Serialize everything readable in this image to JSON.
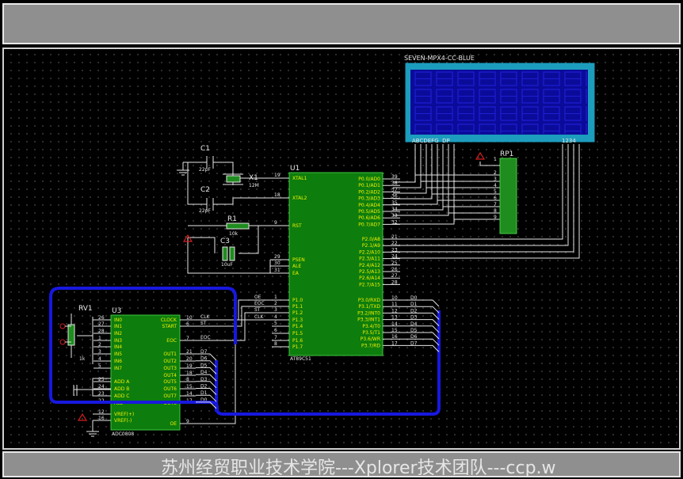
{
  "footer": {
    "text": "苏州经贸职业技术学院---Xplorer技术团队---ccp.w"
  },
  "display": {
    "title": "SEVEN-MPX4-CC-BLUE",
    "seg_label": "ABCDEFG  DP",
    "dig_label": "1234"
  },
  "rp1": {
    "ref": "RP1",
    "pins": [
      "1",
      "2",
      "3",
      "4",
      "5",
      "6",
      "7",
      "8",
      "9"
    ]
  },
  "u1": {
    "ref": "U1",
    "part": "AT89C51",
    "left_pins": [
      {
        "num": "19",
        "name": "XTAL1"
      },
      {
        "num": "18",
        "name": "XTAL2"
      },
      {
        "num": "9",
        "name": "RST"
      },
      {
        "num": "29",
        "name": "PSEN"
      },
      {
        "num": "30",
        "name": "ALE"
      },
      {
        "num": "31",
        "name": "EA"
      },
      {
        "num": "1",
        "name": "P1.0"
      },
      {
        "num": "2",
        "name": "P1.1"
      },
      {
        "num": "3",
        "name": "P1.2"
      },
      {
        "num": "4",
        "name": "P1.3"
      },
      {
        "num": "5",
        "name": "P1.4"
      },
      {
        "num": "6",
        "name": "P1.5"
      },
      {
        "num": "7",
        "name": "P1.6"
      },
      {
        "num": "8",
        "name": "P1.7"
      }
    ],
    "right_pins": [
      {
        "num": "39",
        "name": "P0.0/AD0"
      },
      {
        "num": "38",
        "name": "P0.1/AD1"
      },
      {
        "num": "37",
        "name": "P0.2/AD2"
      },
      {
        "num": "36",
        "name": "P0.3/AD3"
      },
      {
        "num": "35",
        "name": "P0.4/AD4"
      },
      {
        "num": "34",
        "name": "P0.5/AD5"
      },
      {
        "num": "33",
        "name": "P0.6/AD6"
      },
      {
        "num": "32",
        "name": "P0.7/AD7"
      },
      {
        "num": "21",
        "name": "P2.0/A8"
      },
      {
        "num": "22",
        "name": "P2.1/A9"
      },
      {
        "num": "23",
        "name": "P2.2/A10"
      },
      {
        "num": "24",
        "name": "P2.3/A11"
      },
      {
        "num": "25",
        "name": "P2.4/A12"
      },
      {
        "num": "26",
        "name": "P2.5/A13"
      },
      {
        "num": "27",
        "name": "P2.6/A14"
      },
      {
        "num": "28",
        "name": "P2.7/A15"
      },
      {
        "num": "10",
        "name": "P3.0/RXD"
      },
      {
        "num": "11",
        "name": "P3.1/TXD"
      },
      {
        "num": "12",
        "name": "P3.2/INT0"
      },
      {
        "num": "13",
        "name": "P3.3/INT1"
      },
      {
        "num": "14",
        "name": "P3.4/T0"
      },
      {
        "num": "15",
        "name": "P3.5/T1"
      },
      {
        "num": "16",
        "name": "P3.6/WR"
      },
      {
        "num": "17",
        "name": "P3.7/RD"
      }
    ],
    "p1_nets": [
      "OE",
      "EOC",
      "ST",
      "CLK"
    ],
    "p3_nets": [
      "D0",
      "D1",
      "D2",
      "D3",
      "D4",
      "D5",
      "D6",
      "D7"
    ]
  },
  "u3": {
    "ref": "U3",
    "part": "ADC0808",
    "left_pins": [
      {
        "num": "26",
        "name": "IN0"
      },
      {
        "num": "27",
        "name": "IN1"
      },
      {
        "num": "28",
        "name": "IN2"
      },
      {
        "num": "1",
        "name": "IN3"
      },
      {
        "num": "2",
        "name": "IN4"
      },
      {
        "num": "3",
        "name": "IN5"
      },
      {
        "num": "4",
        "name": "IN6"
      },
      {
        "num": "5",
        "name": "IN7"
      },
      {
        "num": "25",
        "name": "ADD A"
      },
      {
        "num": "24",
        "name": "ADD B"
      },
      {
        "num": "23",
        "name": "ADD C"
      },
      {
        "num": "22",
        "name": "ALE"
      },
      {
        "num": "12",
        "name": "VREF(+)"
      },
      {
        "num": "16",
        "name": "VREF(-)"
      }
    ],
    "right_pins": [
      {
        "num": "10",
        "name": "CLOCK"
      },
      {
        "num": "6",
        "name": "START"
      },
      {
        "num": "7",
        "name": "EOC"
      },
      {
        "num": "21",
        "name": "OUT1"
      },
      {
        "num": "20",
        "name": "OUT2"
      },
      {
        "num": "19",
        "name": "OUT3"
      },
      {
        "num": "18",
        "name": "OUT4"
      },
      {
        "num": "8",
        "name": "OUT5"
      },
      {
        "num": "15",
        "name": "OUT6"
      },
      {
        "num": "14",
        "name": "OUT7"
      },
      {
        "num": "17",
        "name": "OUT8"
      },
      {
        "num": "9",
        "name": "OE"
      }
    ],
    "net_clk": "CLK",
    "net_st": "ST",
    "net_eoc": "EOC",
    "out_nets": [
      "D7",
      "D6",
      "D5",
      "D4",
      "D3",
      "D2",
      "D1",
      "D0"
    ]
  },
  "c1": {
    "ref": "C1",
    "value": "22pF"
  },
  "c2": {
    "ref": "C2",
    "value": "22pF"
  },
  "x1": {
    "ref": "X1",
    "value": "12M"
  },
  "r1": {
    "ref": "R1",
    "value": "10k"
  },
  "c3": {
    "ref": "C3",
    "value": "10uF"
  },
  "rv1": {
    "ref": "RV1",
    "value": "1k"
  }
}
